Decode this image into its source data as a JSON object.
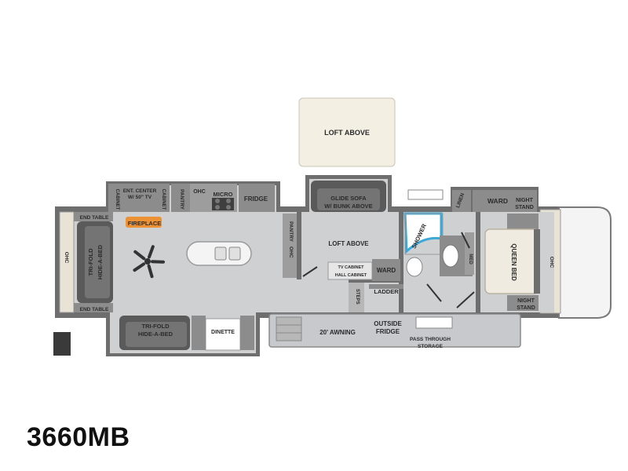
{
  "model": "3660MB",
  "colors": {
    "floor": "#cfd0d1",
    "wall": "#6e6e6e",
    "cabinet": "#8c8c8c",
    "sofa": "#5a5a5a",
    "loft": "#f3efe2",
    "shower_accent": "#3aa8d8",
    "fireplace": "#f08a24",
    "bed": "#efebe0"
  },
  "labels": {
    "loft_above_top": "LOFT ABOVE",
    "cabinet_left": "CABINET",
    "ent_center_1": "ENT. CENTER",
    "ent_center_2": "W/ 50\" TV",
    "cabinet_right": "CABINET",
    "pantry_1": "PANTRY",
    "ohc_kitchen": "OHC",
    "micro": "MICRO",
    "fridge": "FRIDGE",
    "glide_sofa_1": "GLIDE SOFA",
    "glide_sofa_2": "W/ BUNK ABOVE",
    "linen": "LINEN",
    "ward_top": "WARD",
    "end_table_top": "END TABLE",
    "fireplace": "FIREPLACE",
    "pantry_ohc_1": "PANTRY",
    "pantry_ohc_2": "OHC",
    "loft_above_mid": "LOFT ABOVE",
    "shower": "SHOWER",
    "night_stand_top_1": "NIGHT",
    "night_stand_top_2": "STAND",
    "ohc_left": "OHC",
    "trifold_left_1": "TRI-FOLD",
    "trifold_left_2": "HIDE-A-BED",
    "tv_cabinet": "TV CABINET",
    "hall_cabinet": "HALL CABINET",
    "ward_mid": "WARD",
    "med": "MED",
    "queen_bed": "QUEEN BED",
    "ohc_right": "OHC",
    "steps": "STEPS",
    "ladder": "LADDER",
    "night_stand_bot_1": "NIGHT",
    "night_stand_bot_2": "STAND",
    "end_table_bot": "END TABLE",
    "trifold_bottom_1": "TRI-FOLD",
    "trifold_bottom_2": "HIDE-A-BED",
    "dinette": "DINETTE",
    "awning": "20' AWNING",
    "outside_fridge_1": "OUTSIDE",
    "outside_fridge_2": "FRIDGE",
    "pass_through_1": "PASS THROUGH",
    "pass_through_2": "STORAGE"
  }
}
